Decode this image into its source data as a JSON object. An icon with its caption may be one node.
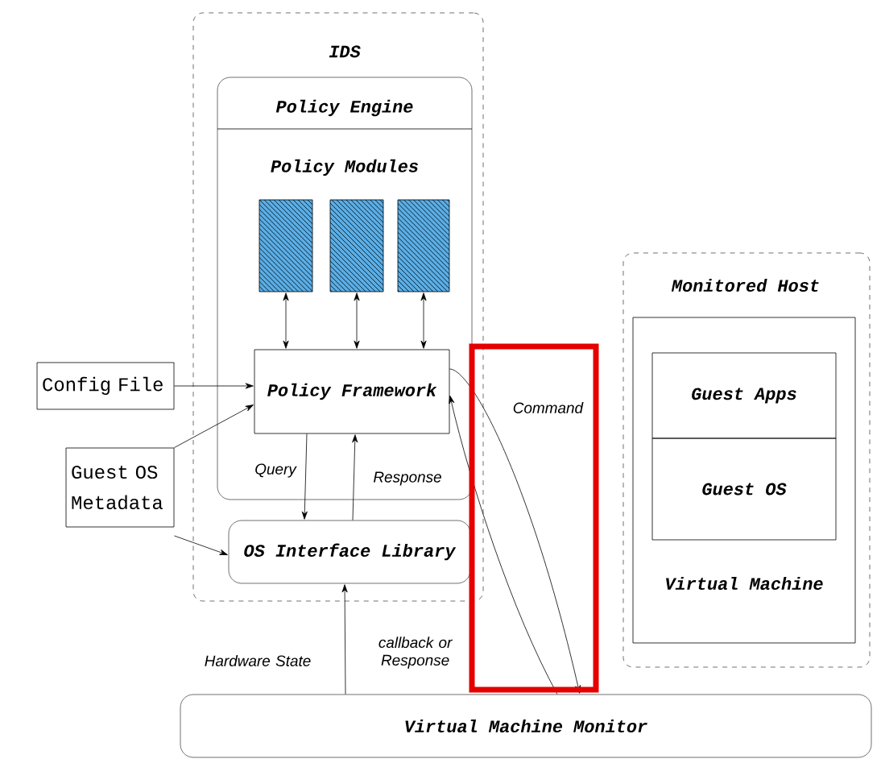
{
  "diagram": {
    "nodes": [
      {
        "text": [
          "IDS"
        ]
      },
      {
        "text": [
          "Policy Engine",
          "Policy Modules"
        ],
        "in": 0
      },
      {
        "text": [],
        "shape": "box",
        "in": 1
      },
      {
        "text": [],
        "shape": "box",
        "in": 1
      },
      {
        "text": [],
        "shape": "box",
        "in": 1
      },
      {
        "text": [
          "Policy Framework"
        ],
        "in": 1
      },
      {
        "text": [
          "OS Interface Library"
        ],
        "in": 0
      },
      {
        "text": [
          "Config File"
        ]
      },
      {
        "text": [
          "Guest OS Metadata"
        ]
      },
      {
        "text": [
          "Monitored Host"
        ]
      },
      {
        "text": [
          "Virtual Machine"
        ],
        "in": 9
      },
      {
        "text": [
          "Guest Apps"
        ],
        "in": 10
      },
      {
        "text": [
          "Guest OS"
        ],
        "in": 10
      },
      {
        "text": [
          "Virtual Machine Monitor"
        ]
      }
    ],
    "edges": [
      {
        "from": 2,
        "to": 5,
        "arrow": "both"
      },
      {
        "from": 3,
        "to": 5,
        "arrow": "both"
      },
      {
        "from": 4,
        "to": 5,
        "arrow": "both"
      },
      {
        "from": 7,
        "to": 5,
        "arrow": "to"
      },
      {
        "from": 8,
        "to": 5,
        "arrow": "to"
      },
      {
        "from": 8,
        "to": 6,
        "arrow": "to"
      },
      {
        "from": 5,
        "to": 6,
        "arrow": "to",
        "label": "Query"
      },
      {
        "from": 6,
        "to": 5,
        "arrow": "to",
        "label": "Response"
      },
      {
        "from": 13,
        "to": 6,
        "arrow": "to",
        "label": "Hardware State"
      },
      {
        "from": 5,
        "to": 13,
        "arrow": "to",
        "label": "Command"
      },
      {
        "from": 13,
        "to": 5,
        "arrow": "to",
        "label": "callback or Response"
      }
    ]
  }
}
